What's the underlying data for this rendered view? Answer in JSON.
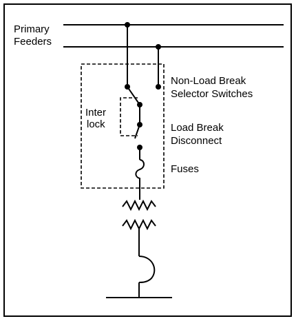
{
  "labels": {
    "primary": "Primary",
    "feeders": "Feeders",
    "non_load_break": "Non-Load Break",
    "selector_switches": "Selector Switches",
    "inter": "Inter",
    "lock": "lock",
    "load_break": "Load Break",
    "disconnect": "Disconnect",
    "fuses": "Fuses"
  }
}
